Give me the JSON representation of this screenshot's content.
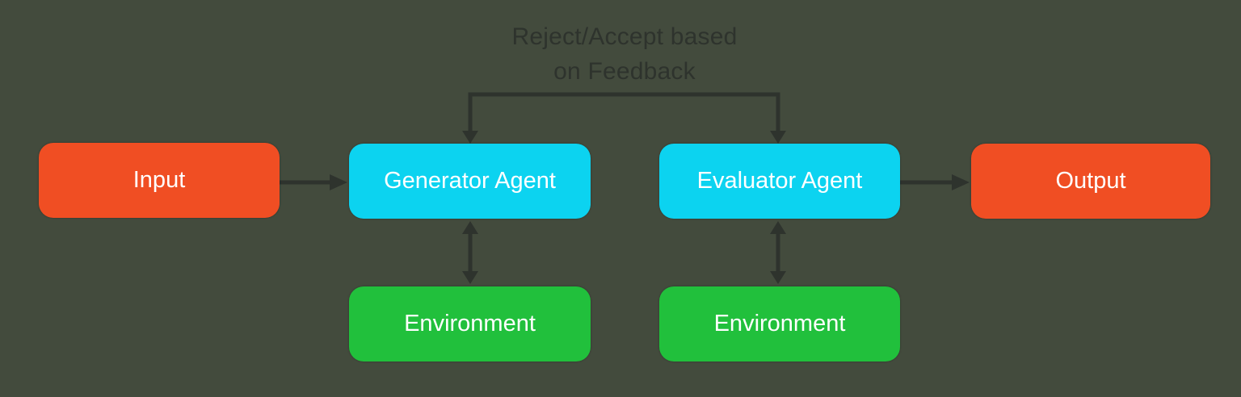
{
  "caption": {
    "line1": "Reject/Accept based",
    "line2": "on Feedback"
  },
  "nodes": {
    "input": {
      "label": "Input",
      "color": "#F04E23"
    },
    "generator": {
      "label": "Generator Agent",
      "color": "#0CD3F0"
    },
    "evaluator": {
      "label": "Evaluator Agent",
      "color": "#0CD3F0"
    },
    "output": {
      "label": "Output",
      "color": "#F04E23"
    },
    "environment_generator": {
      "label": "Environment",
      "color": "#21C03C"
    },
    "environment_evaluator": {
      "label": "Environment",
      "color": "#21C03C"
    }
  },
  "edges": [
    {
      "from": "input",
      "to": "generator",
      "style": "arrow"
    },
    {
      "from": "evaluator",
      "to": "output",
      "style": "arrow"
    },
    {
      "from": "generator",
      "to": "environment_generator",
      "style": "bidirectional-arrow"
    },
    {
      "from": "evaluator",
      "to": "environment_evaluator",
      "style": "bidirectional-arrow"
    },
    {
      "from": "feedback-loop",
      "to": "generator, evaluator",
      "style": "elbow-loop-down-arrowheads-both-ends",
      "label": "Reject/Accept based on Feedback"
    }
  ],
  "colors": {
    "background": "#434B3D",
    "orange": "#F04E23",
    "cyan": "#0CD3F0",
    "green": "#21C03C",
    "arrow": "#2E332D",
    "node_text": "#FFFFFF"
  }
}
